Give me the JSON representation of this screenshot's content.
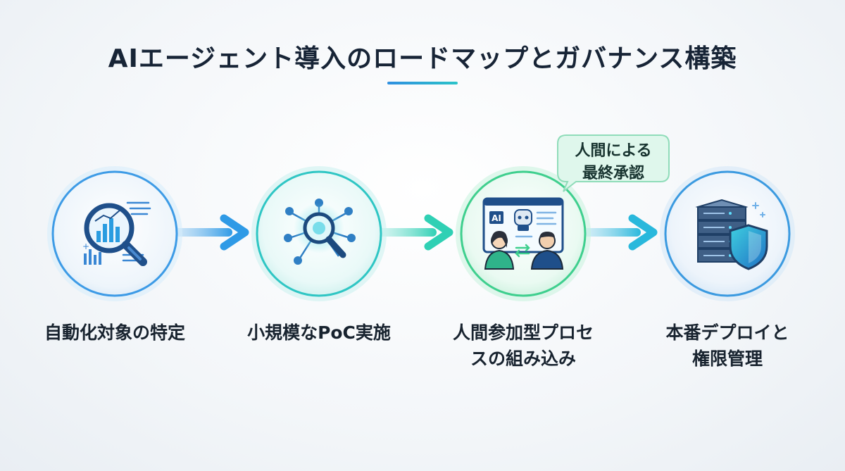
{
  "title": "AIエージェント導入のロードマップとガバナンス構築",
  "steps": [
    {
      "label_line1": "自動化対象の特定",
      "label_line2": "",
      "icon": "magnifier-chart-icon"
    },
    {
      "label_line1": "小規模なPoC実施",
      "label_line2": "",
      "icon": "network-magnifier-icon"
    },
    {
      "label_line1": "人間参加型プロセ",
      "label_line2": "スの組み込み",
      "icon": "ai-human-collaboration-icon",
      "icon_text": "AI"
    },
    {
      "label_line1": "本番デプロイと",
      "label_line2": "権限管理",
      "icon": "server-shield-icon"
    }
  ],
  "callout": {
    "line1": "人間による",
    "line2": "最終承認"
  },
  "colors": {
    "blue": "#2f8fe0",
    "teal": "#2bc3c9",
    "green": "#3fcf8e",
    "title": "#172436"
  }
}
